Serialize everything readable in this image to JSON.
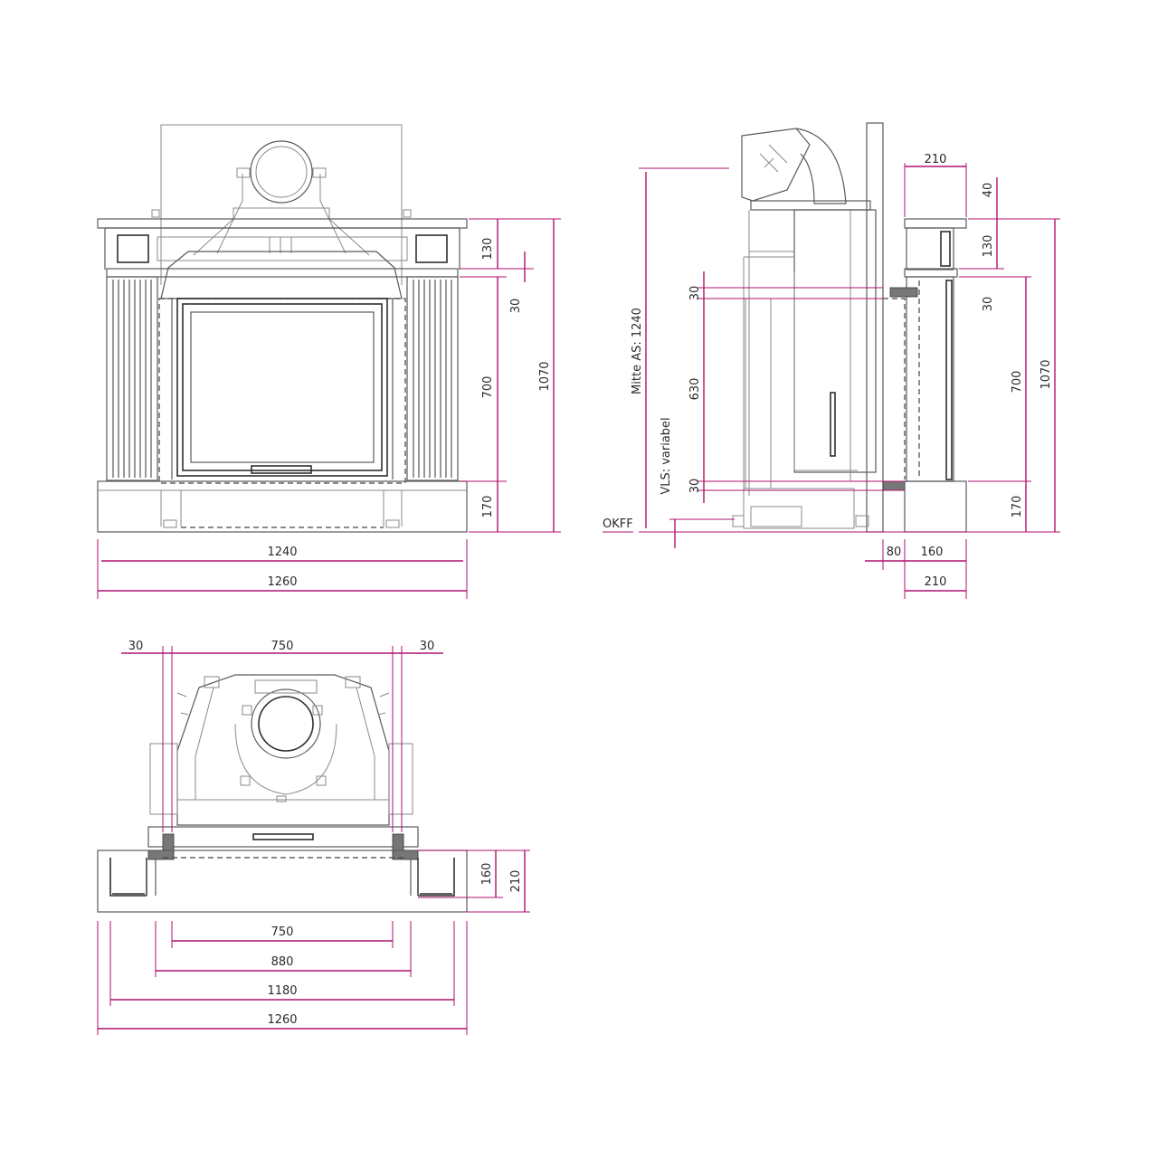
{
  "colors": {
    "dimension": "#b0126f",
    "outline": "#8a8a8a",
    "outline_dark": "#2e2e2e"
  },
  "front_view": {
    "dims": {
      "top_band": "130",
      "top_gap": "30",
      "opening_height": "700",
      "total_height": "1070",
      "base_height": "170",
      "inner_width": "1240",
      "outer_width": "1260"
    }
  },
  "side_view": {
    "labels": {
      "center_outlet": "Mitte AS: 1240",
      "vls": "VLS: variabel",
      "okff": "OKFF"
    },
    "dims": {
      "top_width": "210",
      "top_40": "40",
      "band_130": "130",
      "gap_30_right": "30",
      "height_700": "700",
      "height_1070": "1070",
      "base_170": "170",
      "gap_30_upper": "30",
      "height_630": "630",
      "gap_30_lower": "30",
      "offset_80": "80",
      "depth_160": "160",
      "depth_210": "210"
    }
  },
  "plan_view": {
    "dims": {
      "left_30": "30",
      "insert_750_top": "750",
      "right_30": "30",
      "depth_160": "160",
      "depth_210": "210",
      "width_750": "750",
      "width_880": "880",
      "width_1180": "1180",
      "width_1260": "1260"
    }
  }
}
